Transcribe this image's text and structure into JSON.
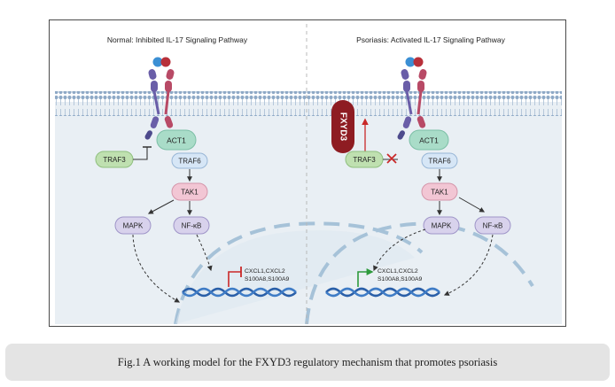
{
  "figure": {
    "left_panel": {
      "title": "Normal: Inhibited IL-17 Signaling Pathway",
      "nodes": {
        "act1": "ACT1",
        "traf3": "TRAF3",
        "traf6": "TRAF6",
        "tak1": "TAK1",
        "mapk": "MAPK",
        "nfkb": "NF-κB"
      },
      "gene_line1": "CXCL1,CXCL2",
      "gene_line2": "S100A8,S100A9"
    },
    "right_panel": {
      "title": "Psoriasis: Activated IL-17 Signaling Pathway",
      "nodes": {
        "fxyd3": "FXYD3",
        "act1": "ACT1",
        "traf3": "TRAF3",
        "traf6": "TRAF6",
        "tak1": "TAK1",
        "mapk": "MAPK",
        "nfkb": "NF-κB"
      },
      "gene_line1": "CXCL1,CXCL2",
      "gene_line2": "S100A8,S100A9"
    },
    "colors": {
      "act1": "#a9dcc8",
      "traf3": "#bfe0b0",
      "traf6": "#d6e6f6",
      "tak1": "#f2c6d4",
      "mapk_nfkb": "#d8d2ec",
      "fxyd3": "#8e1c22",
      "inhibit_red": "#c92828",
      "activate_green": "#2e9a3c",
      "dna_blue": "#2a5fa8"
    }
  },
  "caption": "Fig.1 A working model for the FXYD3 regulatory mechanism that promotes psoriasis"
}
